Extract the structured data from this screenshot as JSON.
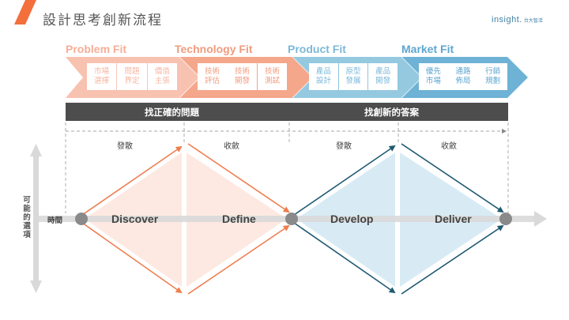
{
  "header": {
    "title": "設計思考創新流程",
    "logo_text": "insight.",
    "logo_sub": "台大智活",
    "accent_color": "#f36f3b"
  },
  "fits": [
    {
      "label": "Problem Fit",
      "color": "#f7b6a2",
      "text_color": "#f7ad96",
      "items": [
        "市場\n選擇",
        "問題\n界定",
        "價值\n主張"
      ]
    },
    {
      "label": "Technology Fit",
      "color": "#f4a487",
      "text_color": "#f29b7d",
      "items": [
        "技術\n評估",
        "技術\n開發",
        "技術\n測試"
      ]
    },
    {
      "label": "Product Fit",
      "color": "#8ec6de",
      "text_color": "#7cb8d8",
      "items": [
        "產品\n設計",
        "原型\n發展",
        "產品\n開發"
      ]
    },
    {
      "label": "Market Fit",
      "color": "#6db0d4",
      "text_color": "#5ea6cf",
      "items": [
        "優先\n市場",
        "通路\n佈局",
        "行銷\n規劃"
      ]
    }
  ],
  "bar": {
    "left_label": "找正確的問題",
    "right_label": "找創新的答案"
  },
  "phases": [
    "發散",
    "收斂",
    "發散",
    "收斂"
  ],
  "stages": [
    "Discover",
    "Define",
    "Develop",
    "Deliver"
  ],
  "axes": {
    "vertical_label": "可能的選項",
    "horizontal_label": "時間"
  },
  "colors": {
    "orange_line": "#ef7d4d",
    "orange_fill": "#fde9e1",
    "blue_line": "#1f5a73",
    "blue_fill": "#d8ebf5",
    "node": "#8a8a8a",
    "axis": "#d9d9d9"
  }
}
